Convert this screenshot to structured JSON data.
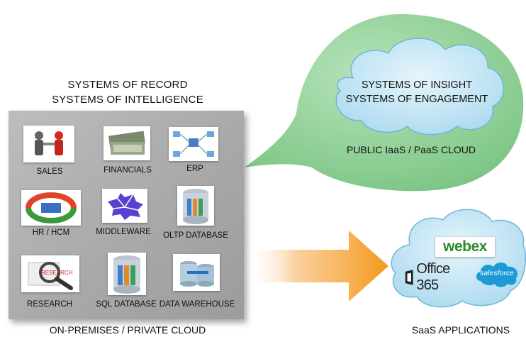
{
  "onprem": {
    "heading_line1": "SYSTEMS OF RECORD",
    "heading_line2": "SYSTEMS OF INTELLIGENCE",
    "footer": "ON-PREMISES / PRIVATE CLOUD",
    "tiles": [
      {
        "label": "SALES",
        "icon": "handshake-icon"
      },
      {
        "label": "FINANCIALS",
        "icon": "money-stack-icon"
      },
      {
        "label": "ERP",
        "icon": "network-icon"
      },
      {
        "label": "HR / HCM",
        "icon": "roles-cycle-icon"
      },
      {
        "label": "MIDDLEWARE",
        "icon": "puzzle-icon"
      },
      {
        "label": "OLTP DATABASE",
        "icon": "database-icon"
      },
      {
        "label": "RESEARCH",
        "icon": "magnifier-icon"
      },
      {
        "label": "SQL DATABASE",
        "icon": "database-icon"
      },
      {
        "label": "DATA WAREHOUSE",
        "icon": "data-warehouse-icon"
      }
    ]
  },
  "public_cloud": {
    "line1": "SYSTEMS OF INSIGHT",
    "line2": "SYSTEMS OF ENGAGEMENT",
    "caption": "PUBLIC IaaS / PaaS CLOUD",
    "colors": {
      "bubble": "#8fd197",
      "cloud": "#bfe3f3"
    }
  },
  "saas": {
    "caption": "SaaS APPLICATIONS",
    "logos": {
      "webex": "webex",
      "office": "Office 365",
      "salesforce": "salesforce"
    },
    "colors": {
      "webex": "#2a8a2a",
      "salesforce": "#1d9ad6",
      "arrow": "#f29a1c"
    }
  }
}
